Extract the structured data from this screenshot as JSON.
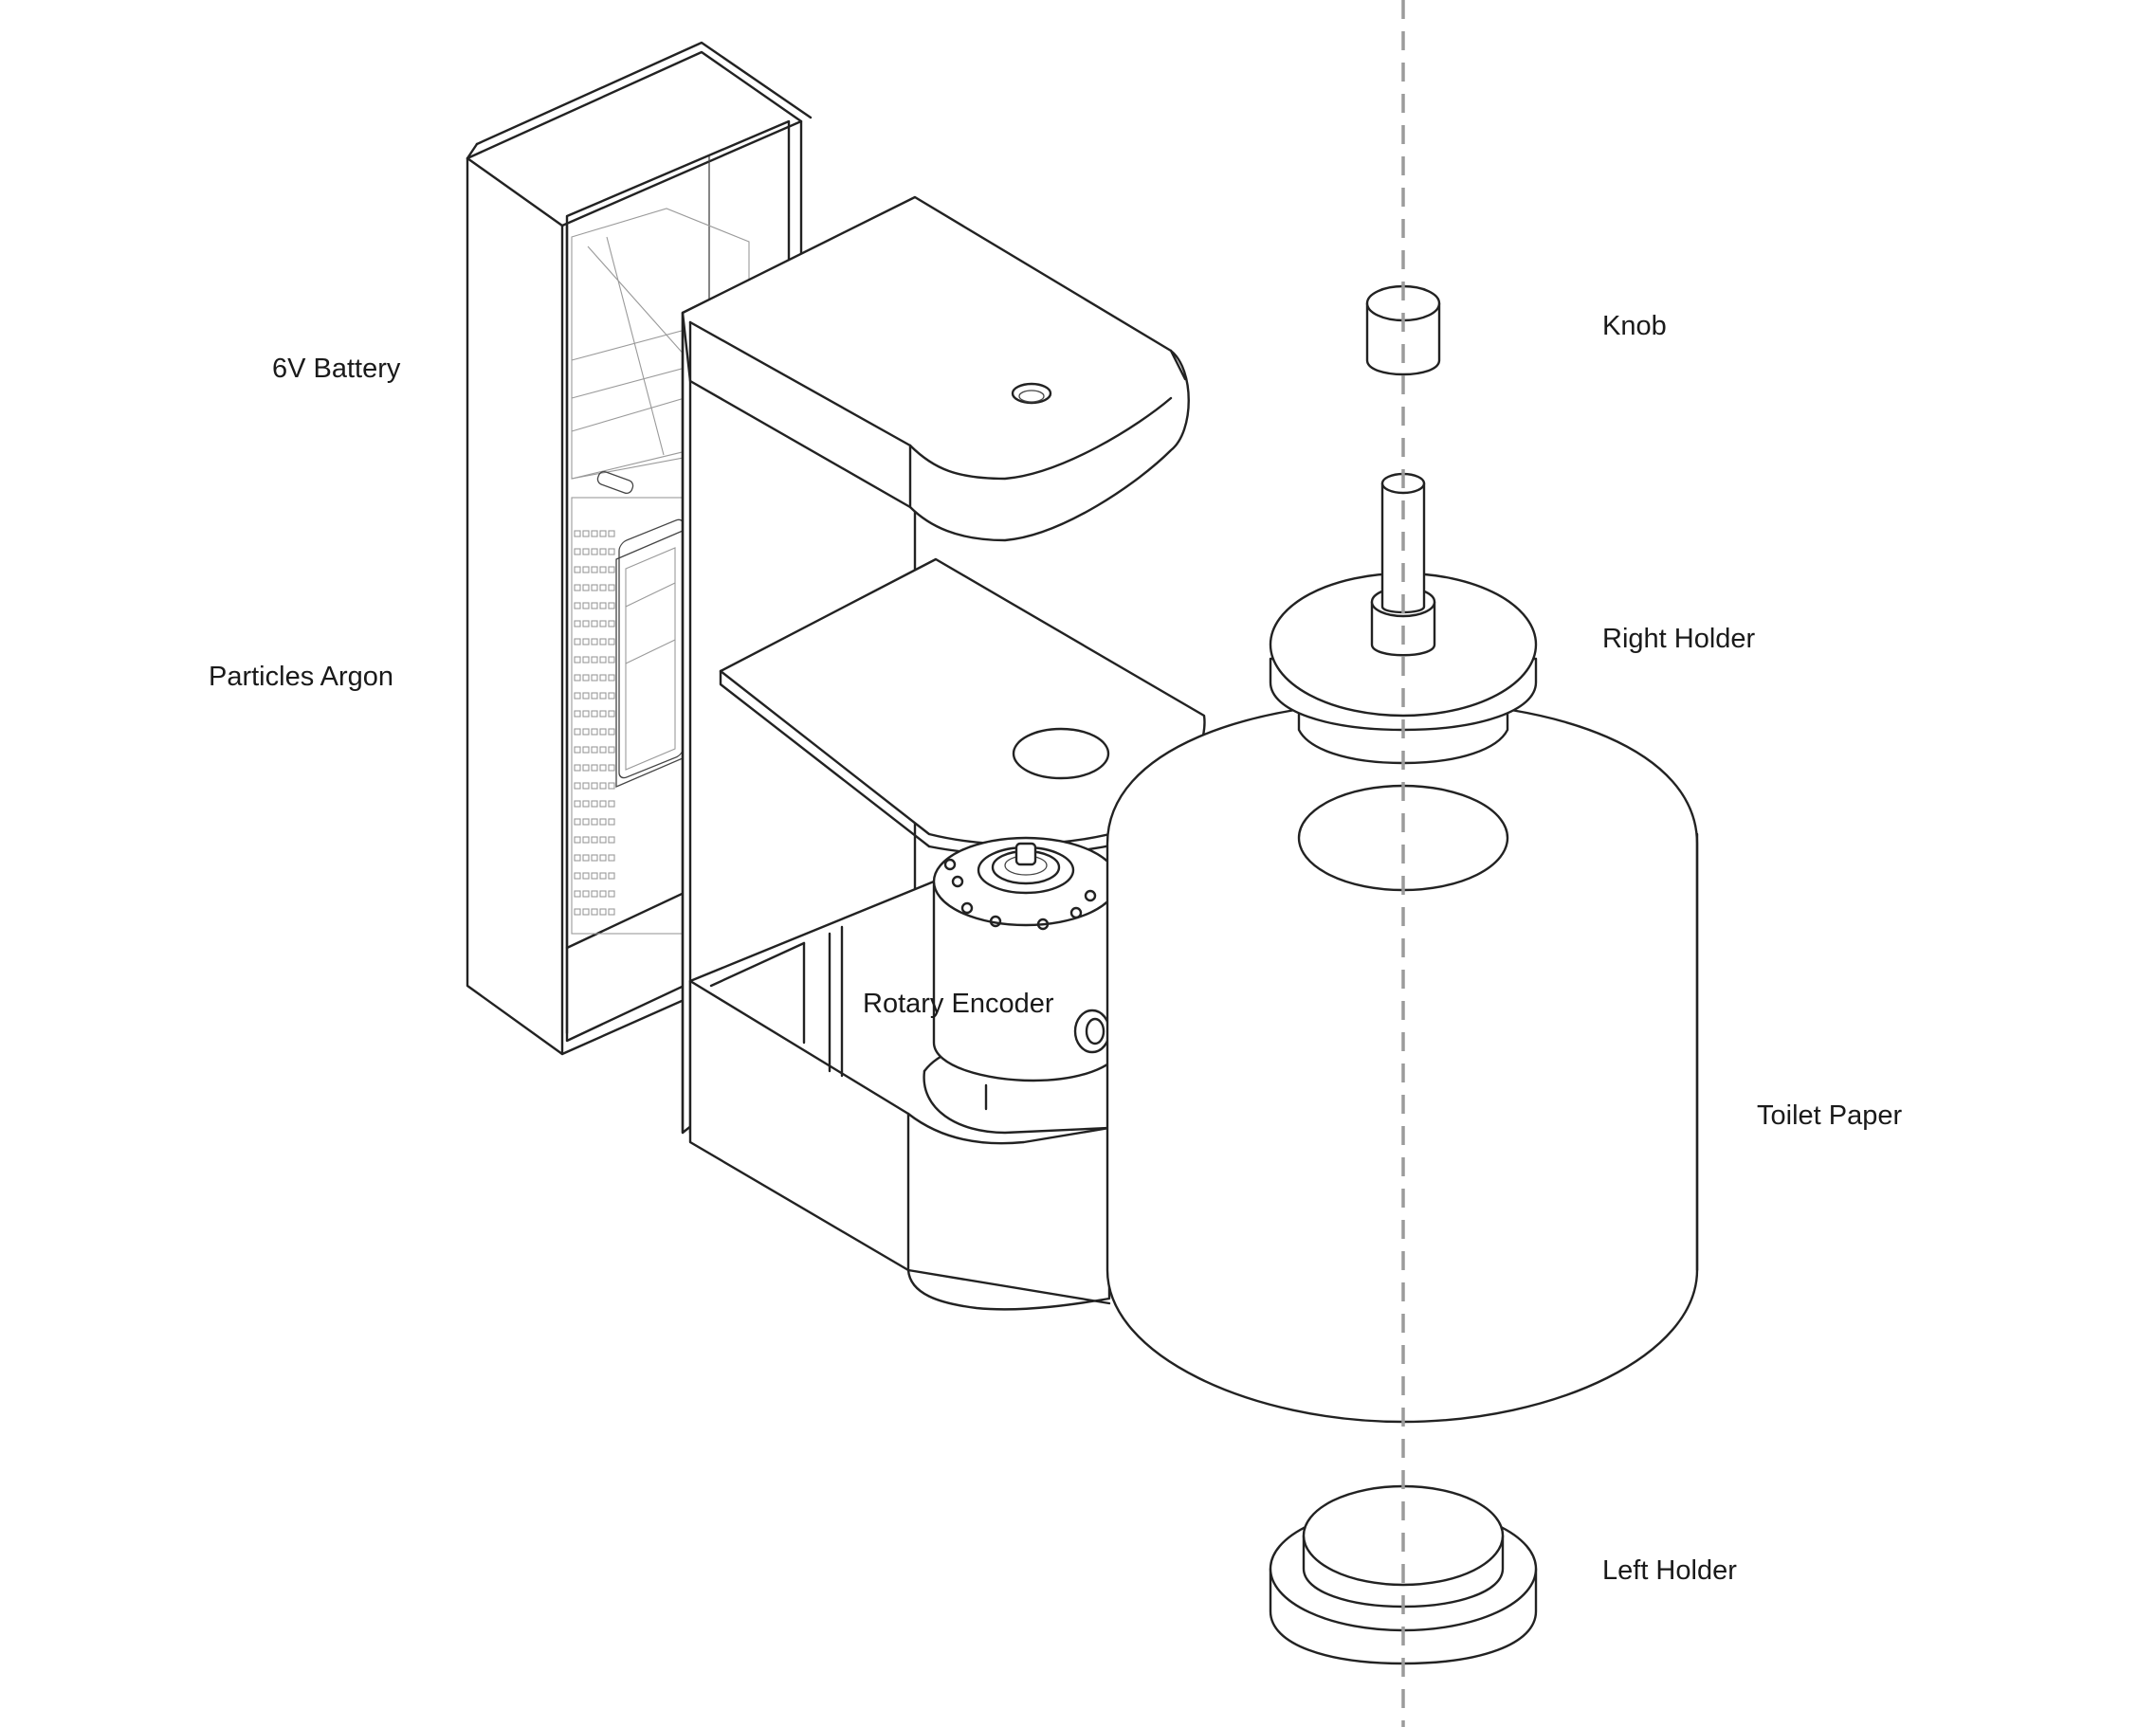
{
  "labels": {
    "battery": "6V Battery",
    "argon": "Particles Argon",
    "encoder": "Rotary Encoder",
    "knob": "Knob",
    "right_holder": "Right Holder",
    "toilet_paper": "Toilet Paper",
    "left_holder": "Left Holder"
  },
  "colors": {
    "stroke": "#222222",
    "axis": "#9b9b9b",
    "background": "#ffffff"
  }
}
